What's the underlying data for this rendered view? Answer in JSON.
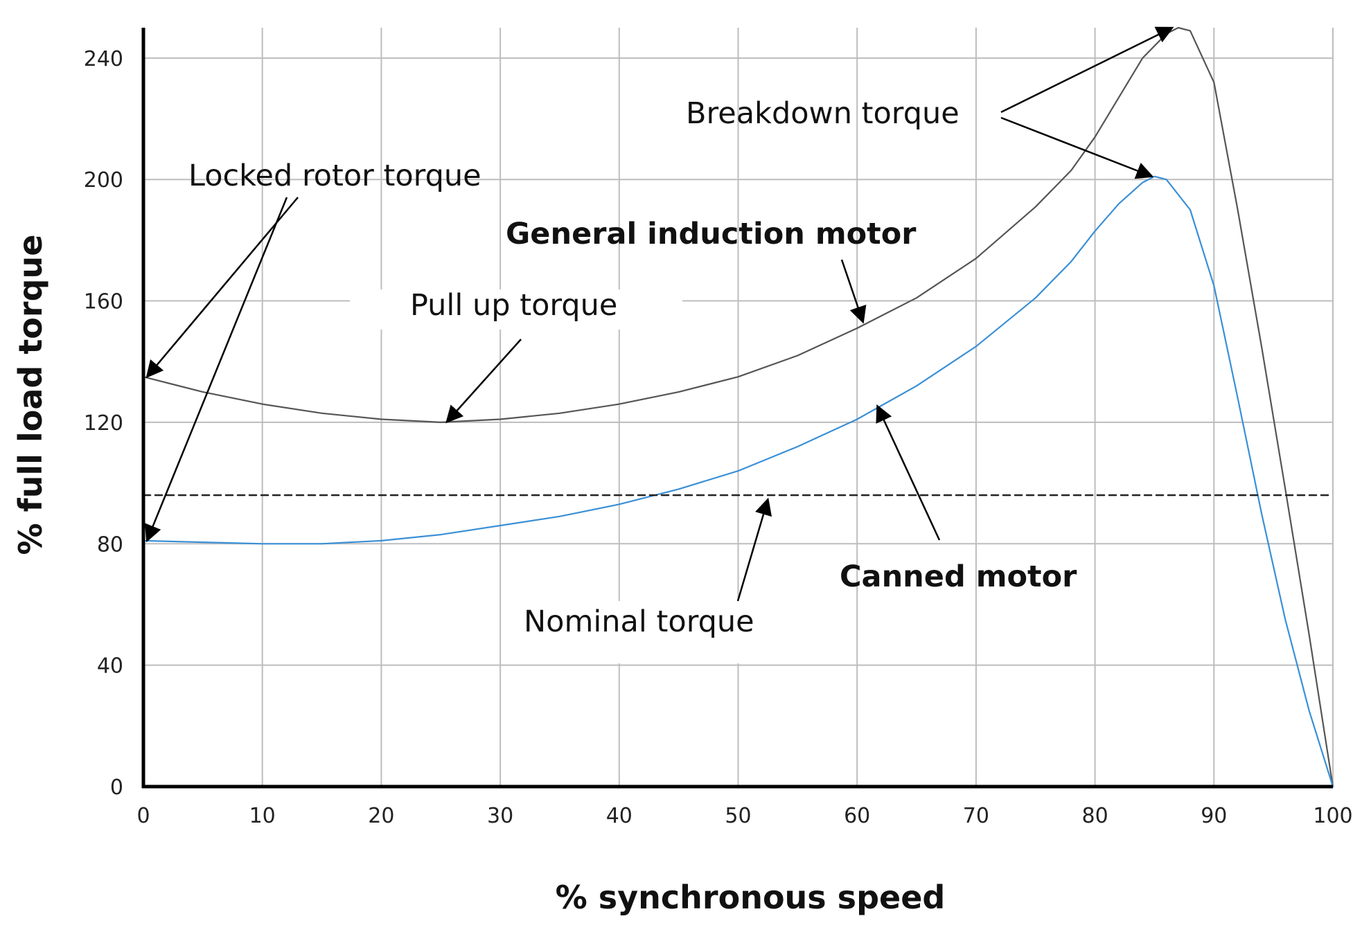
{
  "chart_data": {
    "type": "line",
    "title": "",
    "xlabel": "% synchronous speed",
    "ylabel": "% full load torque",
    "xlim": [
      0,
      100
    ],
    "ylim": [
      0,
      250
    ],
    "xticks": [
      0,
      10,
      20,
      30,
      40,
      50,
      60,
      70,
      80,
      90,
      100
    ],
    "yticks": [
      0,
      40,
      80,
      120,
      160,
      200,
      240
    ],
    "grid": true,
    "series": [
      {
        "name": "General induction motor",
        "color": "#555555",
        "x": [
          0,
          5,
          10,
          15,
          20,
          25,
          30,
          35,
          40,
          45,
          50,
          55,
          60,
          65,
          70,
          75,
          78,
          80,
          82,
          84,
          86,
          87,
          88,
          90,
          92,
          94,
          96,
          98,
          100
        ],
        "y": [
          135,
          130,
          126,
          123,
          121,
          120,
          121,
          123,
          126,
          130,
          135,
          142,
          151,
          161,
          174,
          191,
          203,
          214,
          227,
          240,
          248,
          250,
          249,
          232,
          190,
          145,
          98,
          50,
          0
        ]
      },
      {
        "name": "Canned motor",
        "color": "#3a8fd6",
        "x": [
          0,
          5,
          10,
          15,
          20,
          25,
          30,
          35,
          40,
          45,
          50,
          55,
          60,
          65,
          70,
          75,
          78,
          80,
          82,
          84,
          85,
          86,
          88,
          90,
          92,
          94,
          96,
          98,
          100
        ],
        "y": [
          81,
          80.5,
          80,
          80,
          81,
          83,
          86,
          89,
          93,
          98,
          104,
          112,
          121,
          132,
          145,
          161,
          173,
          183,
          192,
          199,
          201,
          200,
          190,
          165,
          128,
          90,
          55,
          25,
          0
        ]
      },
      {
        "name": "Nominal torque",
        "style": "dashed",
        "color": "#222222",
        "x": [
          0,
          100
        ],
        "y": [
          96,
          96
        ]
      }
    ],
    "annotations": [
      {
        "id": "locked",
        "text": "Locked rotor torque",
        "bold": false
      },
      {
        "id": "pullup",
        "text": "Pull up torque",
        "bold": false
      },
      {
        "id": "breakdown",
        "text": "Breakdown torque",
        "bold": false
      },
      {
        "id": "general",
        "text": "General induction motor",
        "bold": true
      },
      {
        "id": "canned",
        "text": "Canned motor",
        "bold": true
      },
      {
        "id": "nominal",
        "text": "Nominal torque",
        "bold": false
      }
    ]
  }
}
